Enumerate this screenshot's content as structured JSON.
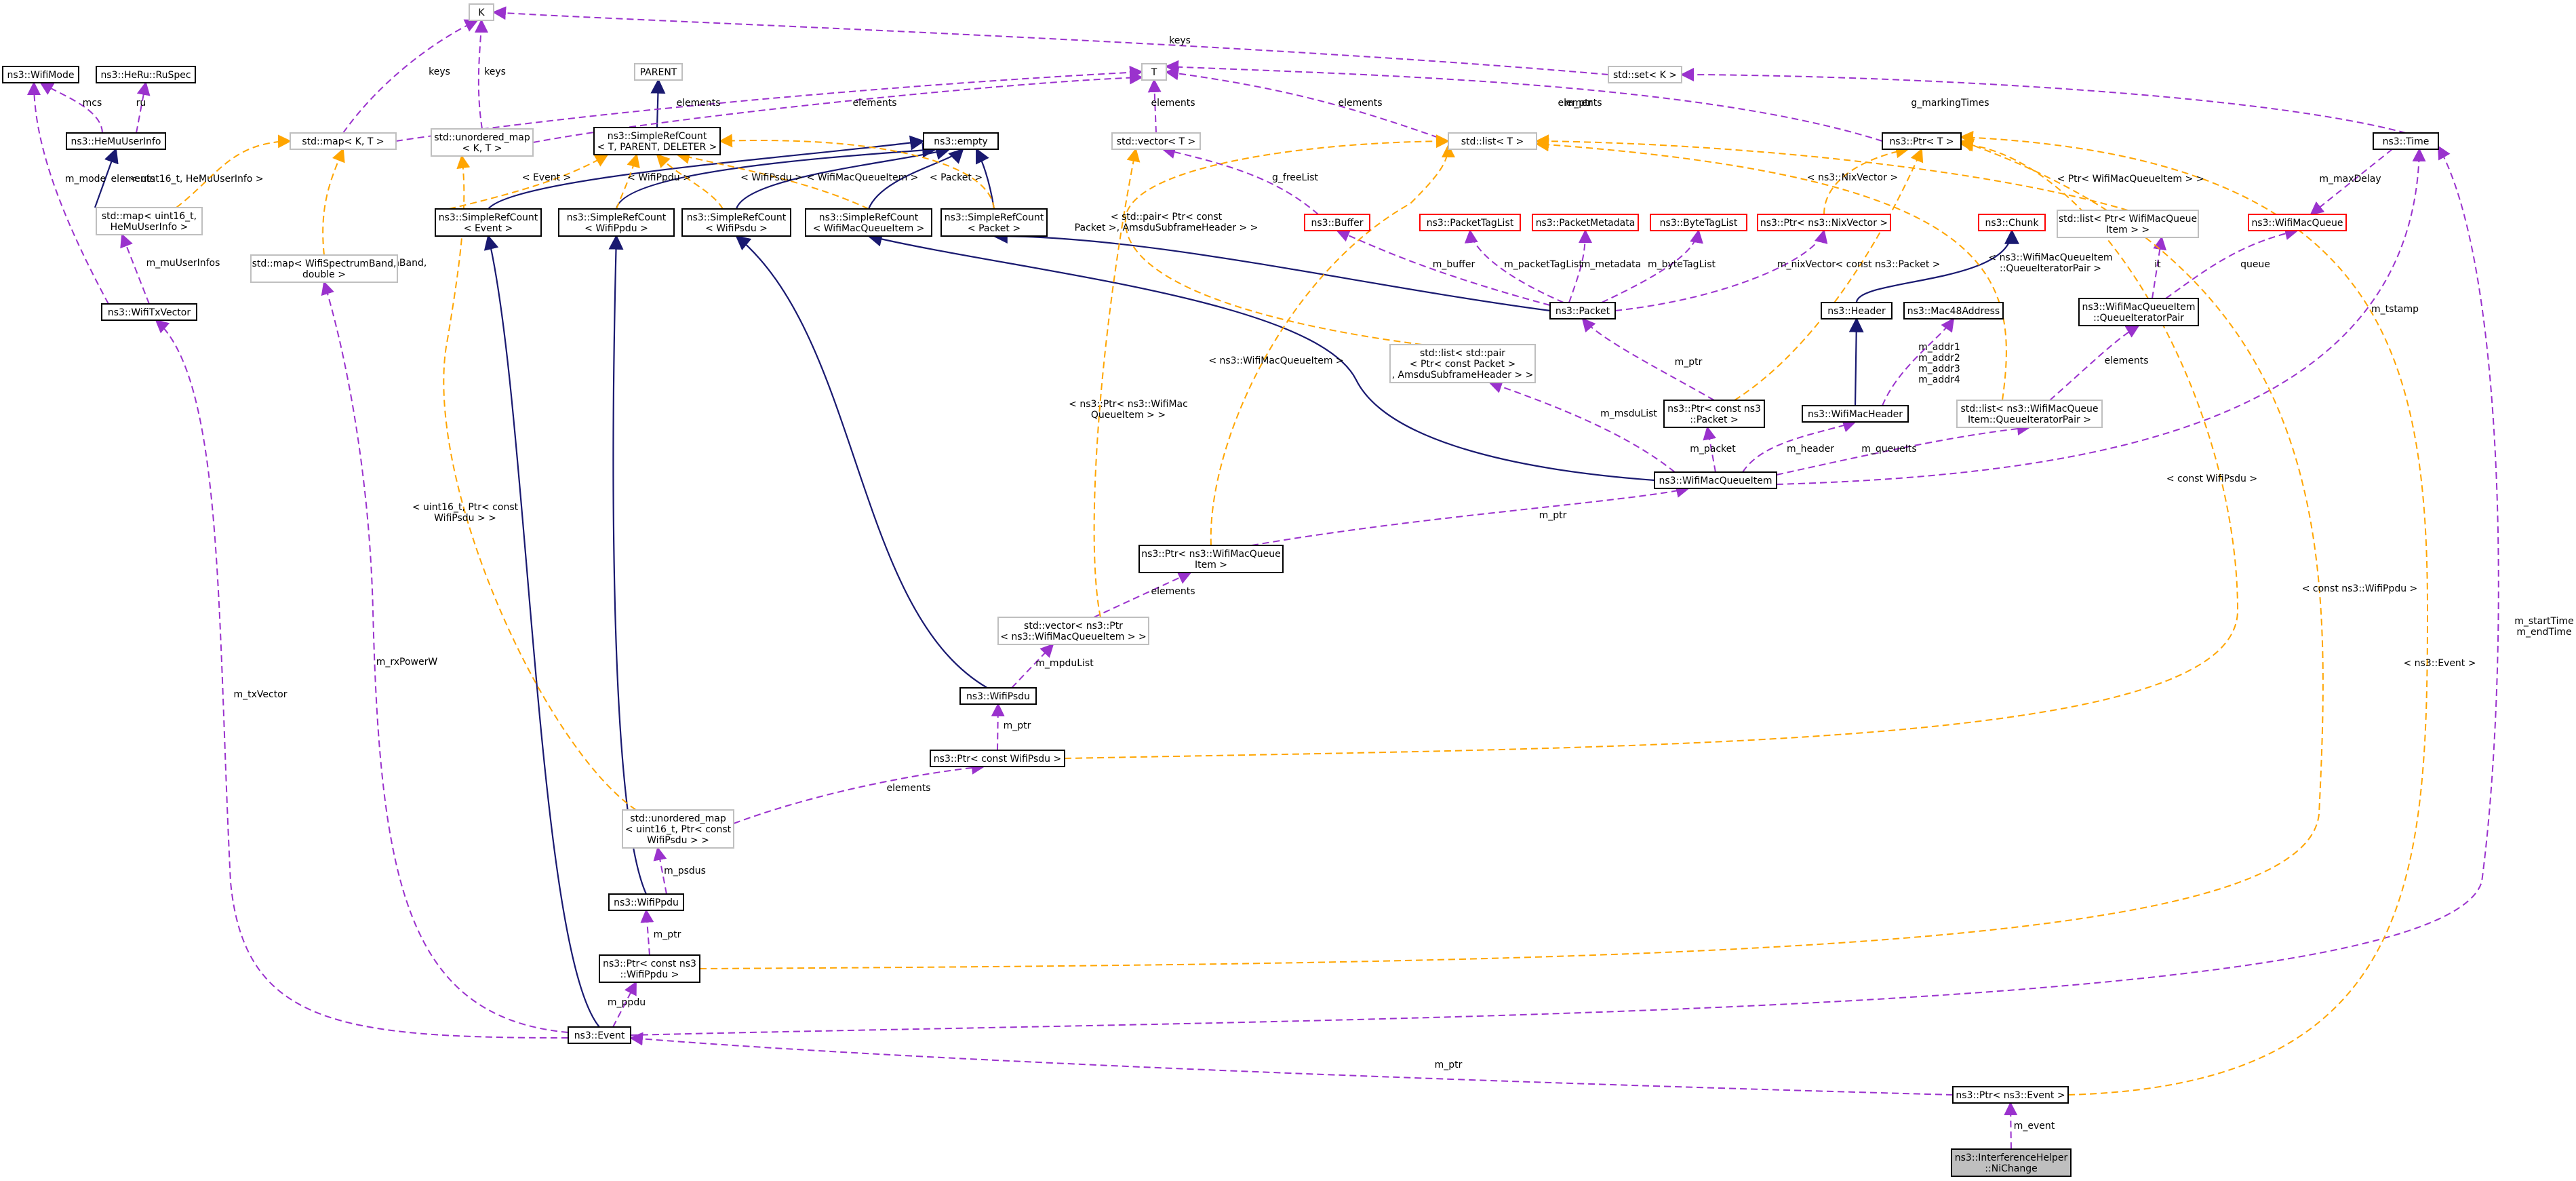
{
  "colors": {
    "normal_border": "#000000",
    "template_border": "#bfbfbf",
    "undocumented_border": "#ff0000",
    "highlight_fill": "#bfbfbf",
    "inherit_edge": "#191970",
    "usage_edge": "#9a32cd",
    "template_edge": "#ffa500",
    "text": "#000000"
  },
  "nodes": [
    {
      "id": "K",
      "lines": [
        "K"
      ],
      "style": "template"
    },
    {
      "id": "T",
      "lines": [
        "T"
      ],
      "style": "template"
    },
    {
      "id": "PARENT",
      "lines": [
        "PARENT"
      ],
      "style": "template"
    },
    {
      "id": "WifiMode",
      "lines": [
        "ns3::WifiMode"
      ],
      "style": "normal"
    },
    {
      "id": "RuSpec",
      "lines": [
        "ns3::HeRu::RuSpec"
      ],
      "style": "normal"
    },
    {
      "id": "HeMuUserInfo",
      "lines": [
        "ns3::HeMuUserInfo"
      ],
      "style": "normal"
    },
    {
      "id": "MapHeMu",
      "lines": [
        "std::map< uint16_t,",
        "HeMuUserInfo >"
      ],
      "style": "template"
    },
    {
      "id": "WifiTxVector",
      "lines": [
        "ns3::WifiTxVector"
      ],
      "style": "normal"
    },
    {
      "id": "MapKT",
      "lines": [
        "std::map< K, T >"
      ],
      "style": "template"
    },
    {
      "id": "MapSpectrum",
      "lines": [
        "std::map< WifiSpectrumBand,",
        "double >"
      ],
      "style": "template"
    },
    {
      "id": "UnorderedKT",
      "lines": [
        "std::unordered_map",
        "< K, T >"
      ],
      "style": "template"
    },
    {
      "id": "SimpleRefCountTpl",
      "lines": [
        "ns3::SimpleRefCount",
        "< T, PARENT, DELETER >"
      ],
      "style": "normal"
    },
    {
      "id": "Empty",
      "lines": [
        "ns3::empty"
      ],
      "style": "normal"
    },
    {
      "id": "SRCEvent",
      "lines": [
        "ns3::SimpleRefCount",
        "< Event >"
      ],
      "style": "normal"
    },
    {
      "id": "SRCWifiPpdu",
      "lines": [
        "ns3::SimpleRefCount",
        "< WifiPpdu >"
      ],
      "style": "normal"
    },
    {
      "id": "SRCWifiPsdu",
      "lines": [
        "ns3::SimpleRefCount",
        "< WifiPsdu >"
      ],
      "style": "normal"
    },
    {
      "id": "SRCWifiMacQueueItem",
      "lines": [
        "ns3::SimpleRefCount",
        "< WifiMacQueueItem >"
      ],
      "style": "normal"
    },
    {
      "id": "SRCPacket",
      "lines": [
        "ns3::SimpleRefCount",
        "< Packet >"
      ],
      "style": "normal"
    },
    {
      "id": "VectorT",
      "lines": [
        "std::vector< T >"
      ],
      "style": "template"
    },
    {
      "id": "Buffer",
      "lines": [
        "ns3::Buffer"
      ],
      "style": "undocumented"
    },
    {
      "id": "ListT",
      "lines": [
        "std::list< T >"
      ],
      "style": "template"
    },
    {
      "id": "SetK",
      "lines": [
        "std::set< K >"
      ],
      "style": "template"
    },
    {
      "id": "PtrT",
      "lines": [
        "ns3::Ptr< T >"
      ],
      "style": "normal"
    },
    {
      "id": "Time",
      "lines": [
        "ns3::Time"
      ],
      "style": "normal"
    },
    {
      "id": "PacketTagList",
      "lines": [
        "ns3::PacketTagList"
      ],
      "style": "undocumented"
    },
    {
      "id": "PacketMetadata",
      "lines": [
        "ns3::PacketMetadata"
      ],
      "style": "undocumented"
    },
    {
      "id": "ByteTagList",
      "lines": [
        "ns3::ByteTagList"
      ],
      "style": "undocumented"
    },
    {
      "id": "PtrNixVector",
      "lines": [
        "ns3::Ptr< ns3::NixVector >"
      ],
      "style": "undocumented"
    },
    {
      "id": "Chunk",
      "lines": [
        "ns3::Chunk"
      ],
      "style": "undocumented"
    },
    {
      "id": "ListPtrQueueItem",
      "lines": [
        "std::list< Ptr< WifiMacQueue",
        "Item > >"
      ],
      "style": "template"
    },
    {
      "id": "WifiMacQueue",
      "lines": [
        "ns3::WifiMacQueue"
      ],
      "style": "undocumented"
    },
    {
      "id": "Packet",
      "lines": [
        "ns3::Packet"
      ],
      "style": "normal"
    },
    {
      "id": "Header",
      "lines": [
        "ns3::Header"
      ],
      "style": "normal"
    },
    {
      "id": "Mac48Address",
      "lines": [
        "ns3::Mac48Address"
      ],
      "style": "normal"
    },
    {
      "id": "QueueIteratorPair",
      "lines": [
        "ns3::WifiMacQueueItem",
        "::QueueIteratorPair"
      ],
      "style": "normal"
    },
    {
      "id": "ListPair",
      "lines": [
        "std::list< std::pair",
        "< Ptr< const Packet >",
        ", AmsduSubframeHeader > >"
      ],
      "style": "template"
    },
    {
      "id": "PtrConstPacket",
      "lines": [
        "ns3::Ptr< const ns3",
        "::Packet >"
      ],
      "style": "normal"
    },
    {
      "id": "WifiMacHeader",
      "lines": [
        "ns3::WifiMacHeader"
      ],
      "style": "normal"
    },
    {
      "id": "ListQIPair",
      "lines": [
        "std::list< ns3::WifiMacQueue",
        "Item::QueueIteratorPair >"
      ],
      "style": "template"
    },
    {
      "id": "WifiMacQueueItem",
      "lines": [
        "ns3::WifiMacQueueItem"
      ],
      "style": "normal"
    },
    {
      "id": "PtrWifiMacQueueItem",
      "lines": [
        "ns3::Ptr< ns3::WifiMacQueue",
        "Item >"
      ],
      "style": "normal"
    },
    {
      "id": "VectorPtrItem",
      "lines": [
        "std::vector< ns3::Ptr",
        "< ns3::WifiMacQueueItem > >"
      ],
      "style": "template"
    },
    {
      "id": "WifiPsdu",
      "lines": [
        "ns3::WifiPsdu"
      ],
      "style": "normal"
    },
    {
      "id": "PtrConstWifiPsdu",
      "lines": [
        "ns3::Ptr< const WifiPsdu >"
      ],
      "style": "normal"
    },
    {
      "id": "UnorderedPsdu",
      "lines": [
        "std::unordered_map",
        "< uint16_t, Ptr< const",
        "WifiPsdu > >"
      ],
      "style": "template"
    },
    {
      "id": "WifiPpdu",
      "lines": [
        "ns3::WifiPpdu"
      ],
      "style": "normal"
    },
    {
      "id": "PtrConstWifiPpdu",
      "lines": [
        "ns3::Ptr< const ns3",
        "::WifiPpdu >"
      ],
      "style": "normal"
    },
    {
      "id": "Event",
      "lines": [
        "ns3::Event"
      ],
      "style": "normal"
    },
    {
      "id": "PtrEvent",
      "lines": [
        "ns3::Ptr< ns3::Event >"
      ],
      "style": "normal"
    },
    {
      "id": "NiChange",
      "lines": [
        "ns3::InterferenceHelper",
        "::NiChange"
      ],
      "style": "highlight"
    }
  ],
  "edge_labels": [
    "keys",
    "keys",
    "keys",
    "mcs",
    "ru",
    "elements",
    "elements",
    "elements",
    "elements",
    "elements",
    "m_mode",
    "elements",
    "< uint16_t, HeMuUserInfo >",
    "m_muUserInfos",
    "< WifiSpectrumBand,\ndouble >",
    "< Event >",
    "< WifiPpdu >",
    "< WifiPsdu >",
    "< WifiMacQueueItem >",
    "< Packet >",
    "g_freeList",
    "m_ptr",
    "g_markingTimes",
    "m_maxDelay",
    "queue",
    "it",
    "< Ptr< WifiMacQueueItem > >",
    "< std::pair< Ptr< const\nPacket >, AmsduSubframeHeader > >",
    "m_buffer",
    "m_packetTagList",
    "m_metadata",
    "m_byteTagList",
    "m_nixVector",
    "< ns3::NixVector >",
    "< const ns3::Packet >",
    "< ns3::WifiMacQueueItem\n::QueueIteratorPair >",
    "m_tstamp",
    "m_addr1\nm_addr2\nm_addr3\nm_addr4",
    "m_ptr",
    "elements",
    "m_msduList",
    "m_packet",
    "m_header",
    "m_queueIts",
    "m_ptr",
    "< ns3::WifiMacQueueItem >",
    "< ns3::Ptr< ns3::WifiMac\nQueueItem > >",
    "elements",
    "m_mpduList",
    "m_ptr",
    "< const WifiPsdu >",
    "elements",
    "< uint16_t, Ptr< const\nWifiPsdu > >",
    "m_psdus",
    "m_ptr",
    "< const ns3::WifiPpdu >",
    "m_ppdu",
    "m_rxPowerW",
    "m_txVector",
    "m_startTime\nm_endTime",
    "< ns3::Event >",
    "m_ptr",
    "m_event"
  ]
}
